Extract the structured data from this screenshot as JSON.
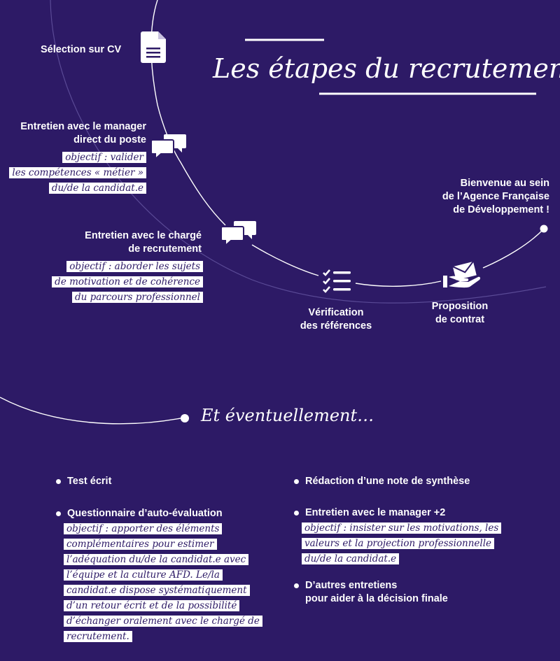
{
  "title": "Les étapes du recrutement",
  "colors": {
    "background": "#2d1a66",
    "text": "#ffffff",
    "highlight_text": "#2d1a66"
  },
  "steps": {
    "cv": {
      "label": "Sélection sur CV",
      "icon": "document-icon"
    },
    "manager": {
      "label_lines": [
        "Entretien avec le manager",
        "direct du poste"
      ],
      "objective_lines": [
        "objectif : valider",
        "les compétences « métier »",
        "du/de la candidat.e"
      ],
      "icon": "chat-bubbles-icon"
    },
    "recruiter": {
      "label_lines": [
        "Entretien avec le chargé",
        "de recrutement"
      ],
      "objective_lines": [
        "objectif : aborder les sujets",
        "de motivation et de cohérence",
        "du parcours professionnel"
      ],
      "icon": "chat-bubbles-icon"
    },
    "references": {
      "label_lines": [
        "Vérification",
        "des références"
      ],
      "icon": "checklist-icon"
    },
    "contract": {
      "label_lines": [
        "Proposition",
        "de contrat"
      ],
      "icon": "envelope-hand-icon"
    },
    "welcome": {
      "label_lines": [
        "Bienvenue au sein",
        "de l’Agence Française",
        "de Développement !"
      ]
    }
  },
  "eventually": {
    "heading": "Et éventuellement…",
    "left": [
      {
        "label": "Test écrit"
      },
      {
        "label": "Questionnaire d’auto-évaluation",
        "objective_lines": [
          "objectif : apporter des éléments",
          "complémentaires pour estimer",
          "l’adéquation du/de la candidat.e avec",
          "l’équipe et la culture AFD. Le/la",
          "candidat.e dispose systématiquement",
          "d’un retour écrit et de la possibilité",
          "d’échanger oralement avec le chargé de",
          "recrutement."
        ]
      }
    ],
    "right": [
      {
        "label": "Rédaction d’une note de synthèse"
      },
      {
        "label": "Entretien avec le manager +2",
        "objective_lines": [
          "objectif : insister sur les motivations, les",
          "valeurs et la projection professionnelle",
          "du/de la candidat.e"
        ]
      },
      {
        "label_lines": [
          "D’autres entretiens",
          "pour aider à la décision finale"
        ]
      }
    ]
  }
}
